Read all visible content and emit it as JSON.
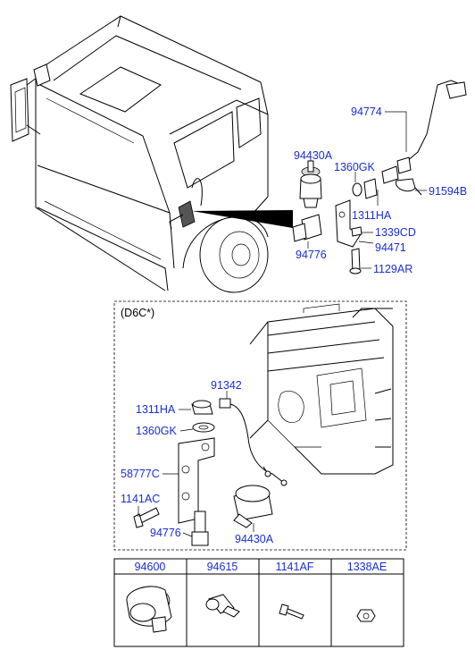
{
  "top_labels": {
    "p94774": "94774",
    "p94430A": "94430A",
    "p1360GK": "1360GK",
    "p91594B": "91594B",
    "p1311HA": "1311HA",
    "p1339CD": "1339CD",
    "p94471": "94471",
    "p94776": "94776",
    "p1129AR": "1129AR"
  },
  "engine_box": {
    "variant": "(D6C*)",
    "labels": {
      "p91342": "91342",
      "p1311HA": "1311HA",
      "p1360GK": "1360GK",
      "p58777C": "58777C",
      "p1141AC": "1141AC",
      "p94776": "94776",
      "p94430A": "94430A"
    }
  },
  "parts_table": {
    "headers": [
      "94600",
      "94615",
      "1141AF",
      "1338AE"
    ]
  }
}
